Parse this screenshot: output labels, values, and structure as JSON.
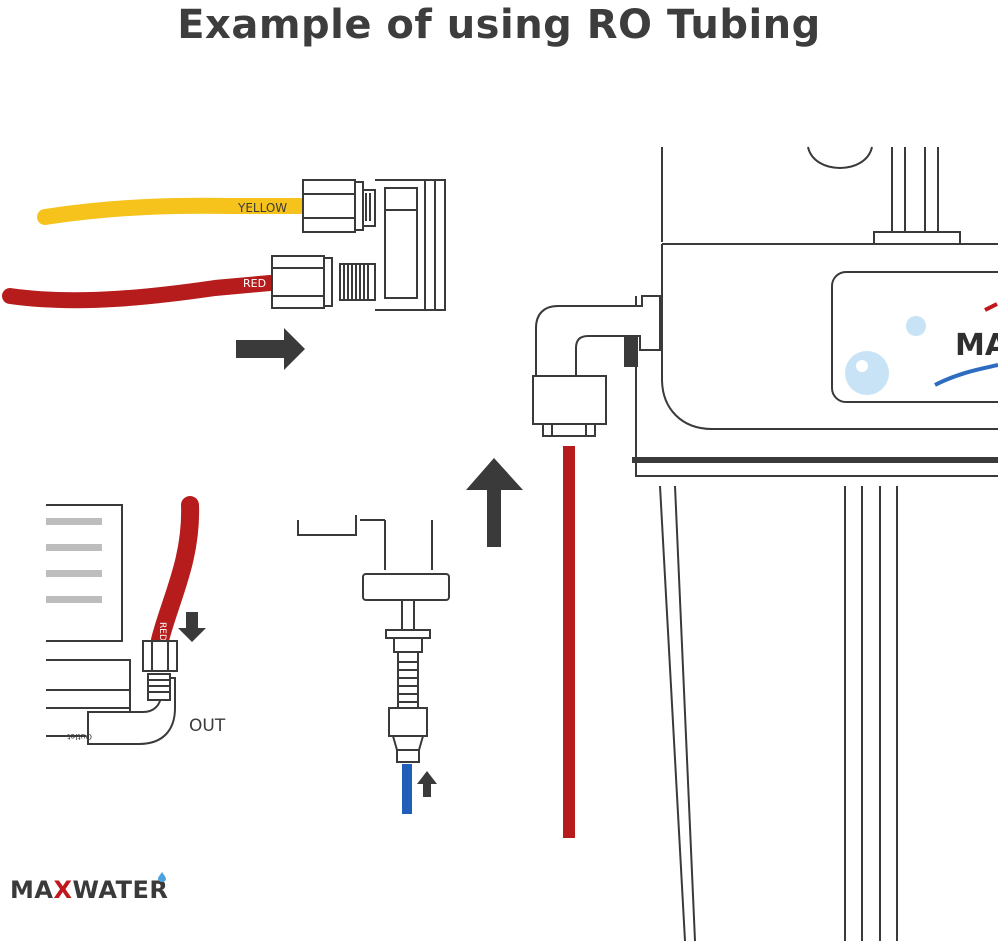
{
  "title": "Example of using RO Tubing",
  "labels": {
    "yellow_tube": "YELLOW",
    "red_tube": "RED",
    "red_small": "RED",
    "out": "OUT",
    "outlet_stamp": "Outlet",
    "brand_on_unit": "MA"
  },
  "logo": {
    "prefix": "MA",
    "x": "X",
    "suffix": "WATER"
  },
  "colors": {
    "yellow_tube": "#f6c21c",
    "red_tube": "#b71c1c",
    "blue_tube": "#1f5fb8",
    "arrow": "#3a3a3a",
    "logo_x": "#c0161d"
  }
}
